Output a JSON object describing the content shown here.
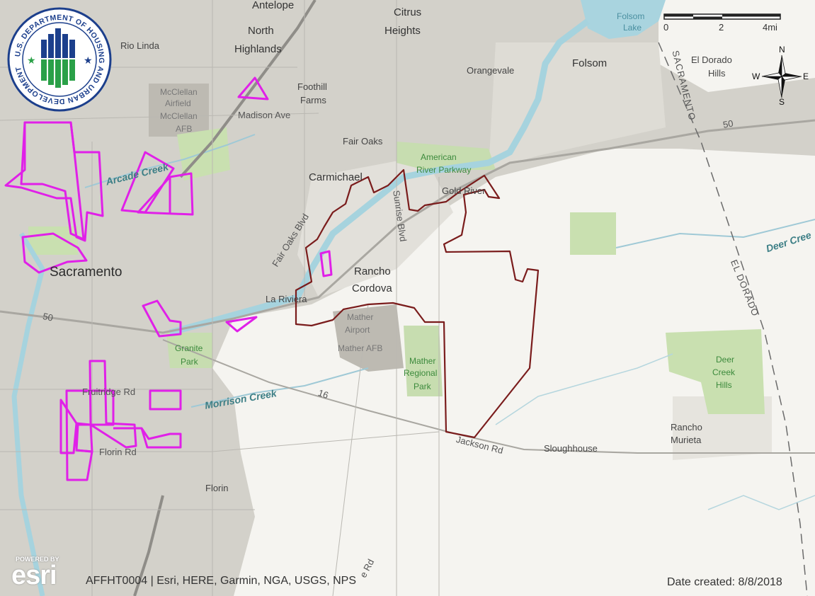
{
  "map": {
    "places": {
      "antelope": "Antelope",
      "citrus_heights_1": "Citrus",
      "citrus_heights_2": "Heights",
      "north_highlands_1": "North",
      "north_highlands_2": "Highlands",
      "rio_linda": "Rio Linda",
      "orangevale": "Orangevale",
      "folsom": "Folsom",
      "el_dorado_hills_1": "El Dorado",
      "el_dorado_hills_2": "Hills",
      "foothill_farms_1": "Foothill",
      "foothill_farms_2": "Farms",
      "fair_oaks": "Fair Oaks",
      "carmichael": "Carmichael",
      "gold_river": "Gold River",
      "sacramento": "Sacramento",
      "rancho_cordova_1": "Rancho",
      "rancho_cordova_2": "Cordova",
      "la_riviera": "La Riviera",
      "florin": "Florin",
      "sloughhouse": "Sloughhouse",
      "rancho_murieta_1": "Rancho",
      "rancho_murieta_2": "Murieta"
    },
    "features": {
      "mcclellan_airfield_1": "McClellan",
      "mcclellan_airfield_2": "Airfield",
      "mcclellan_afb_1": "McClellan",
      "mcclellan_afb_2": "AFB",
      "mather_airport_1": "Mather",
      "mather_airport_2": "Airport",
      "mather_afb": "Mather AFB",
      "mather_park_1": "Mather",
      "mather_park_2": "Regional",
      "mather_park_3": "Park",
      "american_river_1": "American",
      "american_river_2": "River Parkway",
      "granite_park_1": "Granite",
      "granite_park_2": "Park",
      "deer_creek_hills_1": "Deer",
      "deer_creek_hills_2": "Creek",
      "deer_creek_hills_3": "Hills",
      "folsom_lake_1": "Folsom",
      "folsom_lake_2": "Lake",
      "county_sacramento": "SACRAMENTO",
      "county_el_dorado": "EL DORADO"
    },
    "roads": {
      "madison_ave": "Madison Ave",
      "fair_oaks_blvd": "Fair Oaks Blvd",
      "sunrise_blvd": "Sunrise Blvd",
      "fruitridge_rd": "Fruitridge Rd",
      "florin_rd": "Florin Rd",
      "jackson_rd": "Jackson Rd",
      "hwy_50_west": "50",
      "hwy_50_east": "50",
      "hwy_16": "16",
      "bottom_rd": "e Rd"
    },
    "water": {
      "arcade_creek": "Arcade Creek",
      "morrison_creek": "Morrison Creek",
      "deer_creek": "Deer Cree"
    }
  },
  "scale": {
    "tick_0": "0",
    "tick_2": "2",
    "tick_4": "4mi"
  },
  "compass": {
    "n": "N",
    "s": "S",
    "e": "E",
    "w": "W"
  },
  "logos": {
    "hud_seal_text": "U.S. DEPARTMENT OF HOUSING AND URBAN DEVELOPMENT",
    "esri_powered": "POWERED BY",
    "esri_word": "esri"
  },
  "footer": {
    "attribution": "AFFHT0004 | Esri, HERE, Garmin, NGA, USGS, NPS",
    "date_created": "Date created: 8/8/2018"
  },
  "colors": {
    "tract_outline": "#e020e8",
    "rancho_cordova_boundary": "#7a1c1c",
    "urban_fill": "#cfcdc6",
    "river": "#a9d7e0",
    "park": "#c9dfb2"
  }
}
